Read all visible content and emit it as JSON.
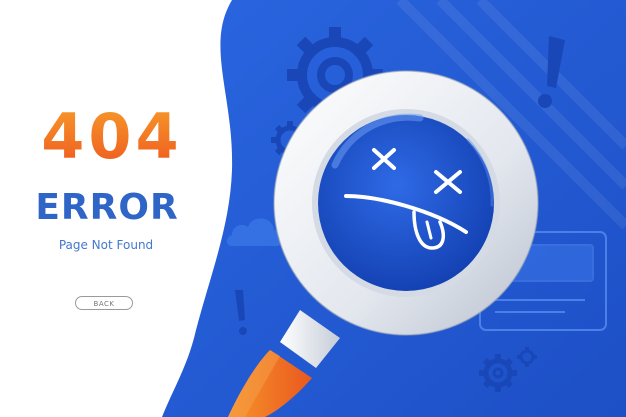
{
  "error": {
    "code": "404",
    "title": "ERROR",
    "subtitle": "Page Not Found",
    "back_label": "BACK"
  },
  "colors": {
    "accent_orange": "#f07a22",
    "brand_blue": "#2f65c7",
    "panel_blue": "#2258d6"
  },
  "icons": [
    "gear-icon",
    "cloud-icon",
    "exclamation-icon",
    "magnifier-icon",
    "dizzy-face-icon",
    "browser-window-icon"
  ]
}
